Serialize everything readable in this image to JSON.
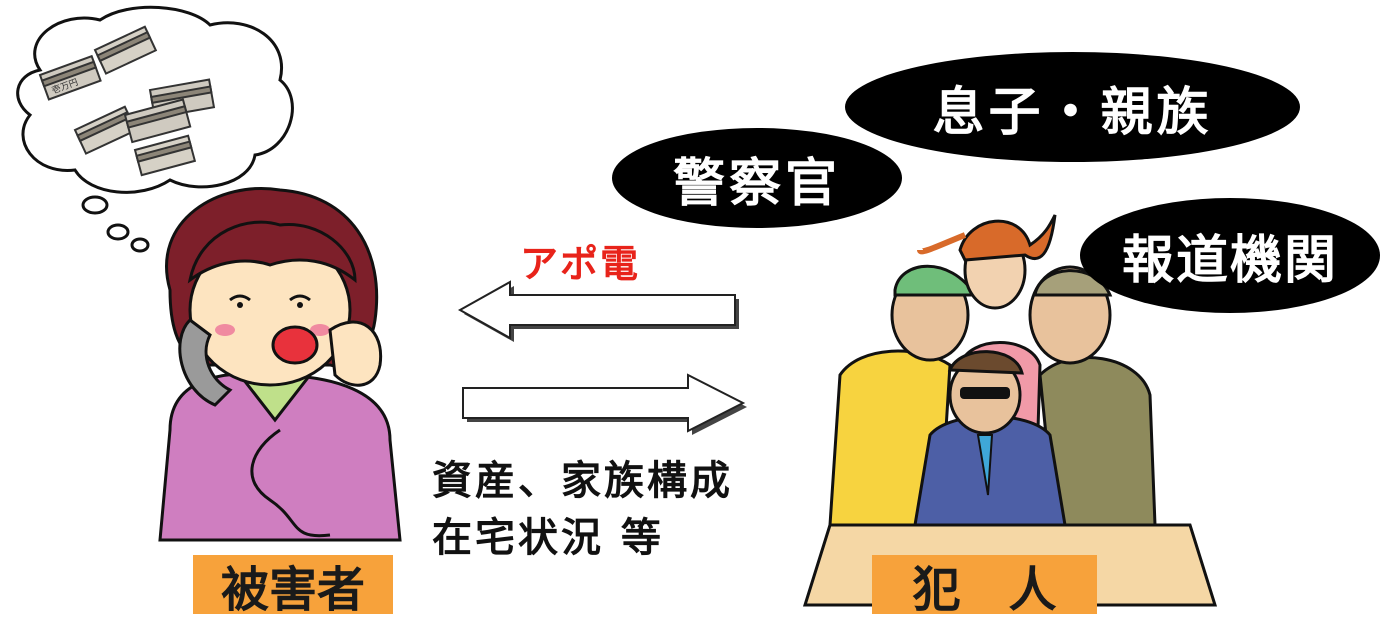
{
  "scene": {
    "victim_label": "被害者",
    "criminal_label": "犯　人",
    "call_label": "アポ電",
    "info_line1": "資産、家族構成",
    "info_line2": "在宅状況 等",
    "roles": {
      "police": "警察官",
      "family": "息子・親族",
      "press": "報道機関"
    }
  },
  "colors": {
    "tag_bg": "#f7a23b",
    "call_text": "#e8231a",
    "oval_bg": "#000000",
    "oval_text": "#ffffff"
  },
  "icons": [
    "thought-bubble-icon",
    "money-bundle-icon",
    "victim-woman-icon",
    "criminals-group-icon",
    "arrow-left-icon",
    "arrow-right-icon",
    "phone-icon"
  ]
}
